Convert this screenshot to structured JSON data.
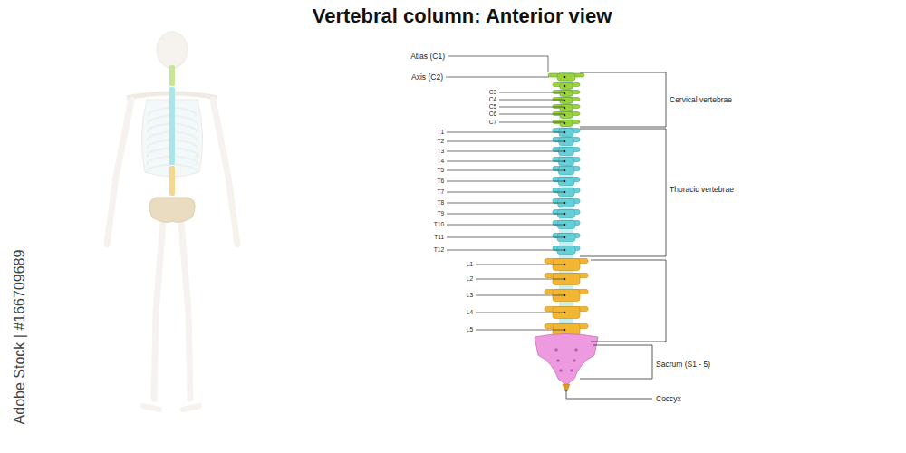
{
  "diagram": {
    "title": "Vertebral column: Anterior view",
    "labels": [
      "Atlas (C1)",
      "Axis (C2)",
      "C3",
      "C4",
      "C5",
      "C6",
      "C7",
      "T1",
      "T2",
      "T3",
      "T4",
      "T5",
      "T6",
      "T7",
      "T8",
      "T9",
      "T10",
      "T11",
      "T12",
      "Cervical vertebrae",
      "Thoracic vertebrae",
      "L1",
      "L2",
      "L3",
      "L4",
      "L5",
      "Sacrum (S1 - 5)",
      "Coccyx",
      "Adobe Stock | #166709689"
    ]
  }
}
